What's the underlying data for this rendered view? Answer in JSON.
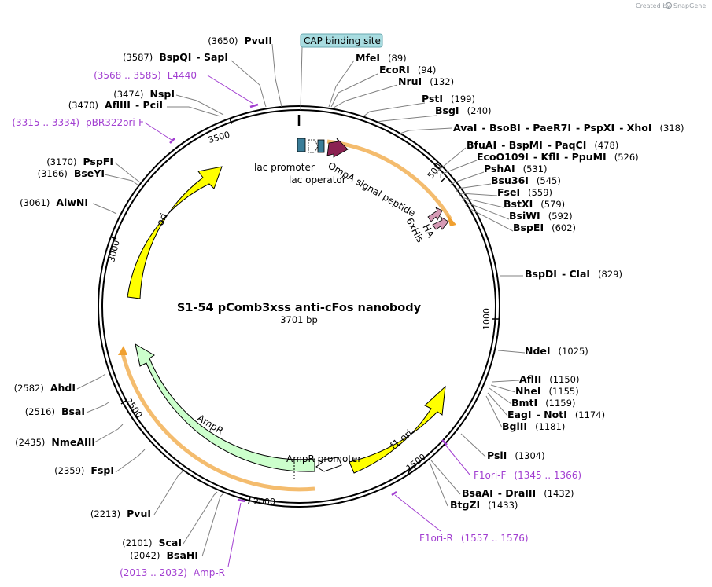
{
  "title": "S1-54 pComb3xss anti-cFos nanobody",
  "length_label": "3701 bp",
  "credit": "Created by",
  "brand": "SnapGene",
  "ticks": [
    "500",
    "1000",
    "1500",
    "2000",
    "2500",
    "3000",
    "3500"
  ],
  "highlight_label": "CAP binding site",
  "features": {
    "lac_promoter": "lac promoter",
    "lac_operator": "lac operator",
    "ompa": "OmpA signal peptide",
    "his": "6xHis",
    "ha": "HA",
    "ori": "ori",
    "ampr": "AmpR",
    "ampr_promoter": "AmpR promoter",
    "f1ori": "f1 ori"
  },
  "sites": {
    "pvuii_top": {
      "num": "(3650)",
      "name": "PvuII"
    },
    "bspqi": {
      "num": "(3587)",
      "name": "BspQI",
      "name2": "SapI"
    },
    "nspi": {
      "num": "(3474)",
      "name": "NspI"
    },
    "afliii": {
      "num": "(3470)",
      "name": "AflIII",
      "name2": "PciI"
    },
    "pspfi": {
      "num": "(3170)",
      "name": "PspFI"
    },
    "bseyi": {
      "num": "(3166)",
      "name": "BseYI"
    },
    "alwni": {
      "num": "(3061)",
      "name": "AlwNI"
    },
    "ahdi": {
      "num": "(2582)",
      "name": "AhdI"
    },
    "bsai": {
      "num": "(2516)",
      "name": "BsaI"
    },
    "nmeaiii": {
      "num": "(2435)",
      "name": "NmeAIII"
    },
    "fspi": {
      "num": "(2359)",
      "name": "FspI"
    },
    "pvui": {
      "num": "(2213)",
      "name": "PvuI"
    },
    "scai": {
      "num": "(2101)",
      "name": "ScaI"
    },
    "bsahi": {
      "num": "(2042)",
      "name": "BsaHI"
    },
    "mfei": {
      "name": "MfeI",
      "num": "(89)"
    },
    "ecori": {
      "name": "EcoRI",
      "num": "(94)"
    },
    "nrui": {
      "name": "NruI",
      "num": "(132)"
    },
    "psti": {
      "name": "PstI",
      "num": "(199)"
    },
    "bsgi": {
      "name": "BsgI",
      "num": "(240)"
    },
    "avai": {
      "name": "AvaI",
      "n2": "BsoBI",
      "n3": "PaeR7I",
      "n4": "PspXI",
      "n5": "XhoI",
      "num": "(318)"
    },
    "bfuai": {
      "name": "BfuAI",
      "n2": "BspMI",
      "n3": "PaqCI",
      "num": "(478)"
    },
    "eco0109i": {
      "name": "EcoO109I",
      "n2": "KflI",
      "n3": "PpuMI",
      "num": "(526)"
    },
    "pshai": {
      "name": "PshAI",
      "num": "(531)"
    },
    "bsu36i": {
      "name": "Bsu36I",
      "num": "(545)"
    },
    "fsei": {
      "name": "FseI",
      "num": "(559)"
    },
    "bstxi": {
      "name": "BstXI",
      "num": "(579)"
    },
    "bsiwi": {
      "name": "BsiWI",
      "num": "(592)"
    },
    "bspei": {
      "name": "BspEI",
      "num": "(602)"
    },
    "bspdi": {
      "name": "BspDI",
      "n2": "ClaI",
      "num": "(829)"
    },
    "ndei": {
      "name": "NdeI",
      "num": "(1025)"
    },
    "aflii": {
      "name": "AflII",
      "num": "(1150)"
    },
    "nhei": {
      "name": "NheI",
      "num": "(1155)"
    },
    "bmti": {
      "name": "BmtI",
      "num": "(1159)"
    },
    "eagi": {
      "name": "EagI",
      "n2": "NotI",
      "num": "(1174)"
    },
    "bglii": {
      "name": "BglII",
      "num": "(1181)"
    },
    "psii": {
      "name": "PsiI",
      "num": "(1304)"
    },
    "bsaai": {
      "name": "BsaAI",
      "n2": "DraIII",
      "num": "(1432)"
    },
    "btgzi": {
      "name": "BtgZI",
      "num": "(1433)"
    }
  },
  "primers": {
    "l4440": {
      "range": "(3568 .. 3585)",
      "name": "L4440"
    },
    "pbr322": {
      "range": "(3315 .. 3334)",
      "name": "pBR322ori-F"
    },
    "f1orif": {
      "name": "F1ori-F",
      "range": "(1345 .. 1366)"
    },
    "f1orir": {
      "name": "F1ori-R",
      "range": "(1557 .. 1576)"
    },
    "ampr": {
      "range": "(2013 .. 2032)",
      "name": "Amp-R"
    }
  },
  "colors": {
    "backbone": "#000000",
    "ori": "#ffff00",
    "ampr": "#ccffcc",
    "ompa": "#8b2252",
    "lac": "#3a7d98",
    "tag": "#d69ab5",
    "primer": "#a23fd1",
    "orange_outline": "#f0a030",
    "cap": "#a8dce0"
  }
}
